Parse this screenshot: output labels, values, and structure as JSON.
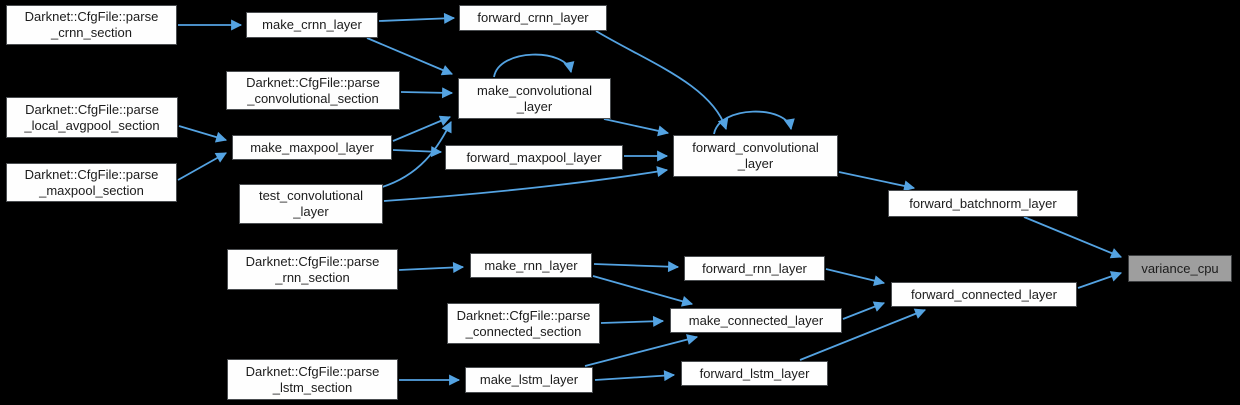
{
  "diagram": {
    "kind": "doxygen-caller-graph",
    "highlighted_node": "variance_cpu"
  },
  "colors": {
    "background": "#000000",
    "node_fill": "#fefefe",
    "node_border": "#4a4d50",
    "node_text": "#1c1c1c",
    "highlighted_node_fill": "#9e9e9e",
    "edge": "#54a3e2"
  },
  "nodes": [
    {
      "id": "parse-crnn-section",
      "label": "Darknet::CfgFile::parse\n_crnn_section"
    },
    {
      "id": "make-crnn-layer",
      "label": "make_crnn_layer"
    },
    {
      "id": "forward-crnn-layer",
      "label": "forward_crnn_layer"
    },
    {
      "id": "parse-convolutional-section",
      "label": "Darknet::CfgFile::parse\n_convolutional_section"
    },
    {
      "id": "make-convolutional-layer",
      "label": "make_convolutional\n_layer"
    },
    {
      "id": "parse-local-avgpool-section",
      "label": "Darknet::CfgFile::parse\n_local_avgpool_section"
    },
    {
      "id": "make-maxpool-layer",
      "label": "make_maxpool_layer"
    },
    {
      "id": "parse-maxpool-section",
      "label": "Darknet::CfgFile::parse\n_maxpool_section"
    },
    {
      "id": "forward-maxpool-layer",
      "label": "forward_maxpool_layer"
    },
    {
      "id": "forward-convolutional-layer",
      "label": "forward_convolutional\n_layer"
    },
    {
      "id": "test-convolutional-layer",
      "label": "test_convolutional\n_layer"
    },
    {
      "id": "forward-batchnorm-layer",
      "label": "forward_batchnorm_layer"
    },
    {
      "id": "variance-cpu",
      "label": "variance_cpu"
    },
    {
      "id": "parse-rnn-section",
      "label": "Darknet::CfgFile::parse\n_rnn_section"
    },
    {
      "id": "make-rnn-layer",
      "label": "make_rnn_layer"
    },
    {
      "id": "forward-rnn-layer",
      "label": "forward_rnn_layer"
    },
    {
      "id": "parse-connected-section",
      "label": "Darknet::CfgFile::parse\n_connected_section"
    },
    {
      "id": "make-connected-layer",
      "label": "make_connected_layer"
    },
    {
      "id": "forward-connected-layer",
      "label": "forward_connected_layer"
    },
    {
      "id": "parse-lstm-section",
      "label": "Darknet::CfgFile::parse\n_lstm_section"
    },
    {
      "id": "make-lstm-layer",
      "label": "make_lstm_layer"
    },
    {
      "id": "forward-lstm-layer",
      "label": "forward_lstm_layer"
    }
  ],
  "edges": [
    {
      "from": "parse-crnn-section",
      "to": "make-crnn-layer"
    },
    {
      "from": "make-crnn-layer",
      "to": "forward-crnn-layer"
    },
    {
      "from": "make-crnn-layer",
      "to": "make-convolutional-layer"
    },
    {
      "from": "forward-crnn-layer",
      "to": "forward-convolutional-layer"
    },
    {
      "from": "parse-convolutional-section",
      "to": "make-convolutional-layer"
    },
    {
      "from": "make-convolutional-layer",
      "to": "make-convolutional-layer"
    },
    {
      "from": "make-convolutional-layer",
      "to": "forward-convolutional-layer"
    },
    {
      "from": "parse-local-avgpool-section",
      "to": "make-maxpool-layer"
    },
    {
      "from": "parse-maxpool-section",
      "to": "make-maxpool-layer"
    },
    {
      "from": "make-maxpool-layer",
      "to": "make-convolutional-layer"
    },
    {
      "from": "make-maxpool-layer",
      "to": "forward-maxpool-layer"
    },
    {
      "from": "forward-maxpool-layer",
      "to": "forward-convolutional-layer"
    },
    {
      "from": "test-convolutional-layer",
      "to": "make-convolutional-layer"
    },
    {
      "from": "test-convolutional-layer",
      "to": "forward-convolutional-layer"
    },
    {
      "from": "forward-convolutional-layer",
      "to": "forward-convolutional-layer"
    },
    {
      "from": "forward-convolutional-layer",
      "to": "forward-batchnorm-layer"
    },
    {
      "from": "forward-batchnorm-layer",
      "to": "variance-cpu"
    },
    {
      "from": "parse-rnn-section",
      "to": "make-rnn-layer"
    },
    {
      "from": "make-rnn-layer",
      "to": "forward-rnn-layer"
    },
    {
      "from": "make-rnn-layer",
      "to": "make-connected-layer"
    },
    {
      "from": "forward-rnn-layer",
      "to": "forward-connected-layer"
    },
    {
      "from": "parse-connected-section",
      "to": "make-connected-layer"
    },
    {
      "from": "make-connected-layer",
      "to": "forward-connected-layer"
    },
    {
      "from": "parse-lstm-section",
      "to": "make-lstm-layer"
    },
    {
      "from": "make-lstm-layer",
      "to": "make-connected-layer"
    },
    {
      "from": "make-lstm-layer",
      "to": "forward-lstm-layer"
    },
    {
      "from": "forward-lstm-layer",
      "to": "forward-connected-layer"
    },
    {
      "from": "forward-connected-layer",
      "to": "variance-cpu"
    }
  ]
}
